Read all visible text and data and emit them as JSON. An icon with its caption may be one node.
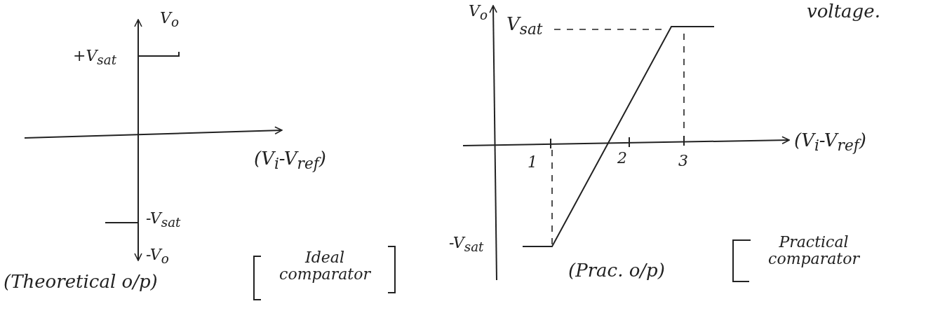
{
  "diagram": {
    "labels": [
      "voltage.",
      "V$_{o}$",
      "+V$_{sat}$",
      "(V$_{i}$-V$_{ref}$)",
      "-V$_{sat}$",
      "-V$_{o}$",
      "(Theoretical o/p)",
      "Ideal comparator",
      "V$_{o}$",
      "V$_{sat}$",
      "1",
      "2",
      "3",
      "(V$_{i}$-V$_{ref}$)",
      "-V$_{sat}$",
      "(Prac. o/p)",
      "Practical comparator"
    ]
  }
}
